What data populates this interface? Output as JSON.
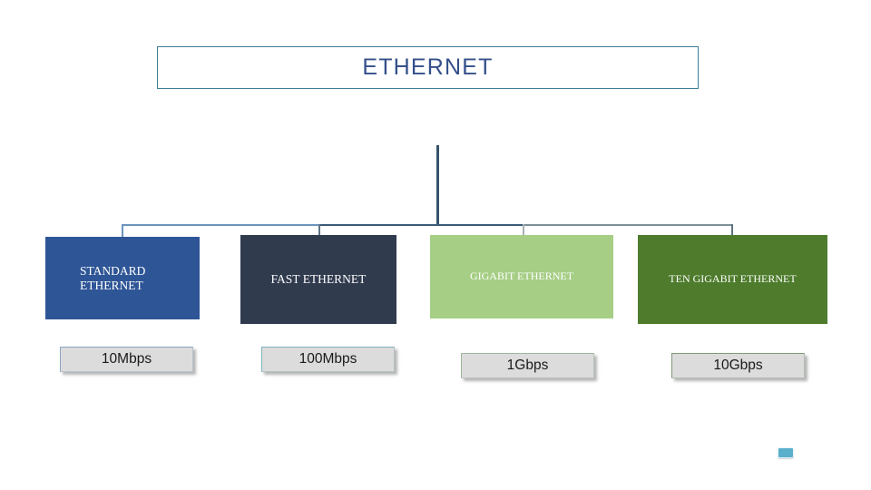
{
  "slide": {
    "title": "ETHERNET",
    "background_color": "#FFFFFF",
    "title_border_color": "#3E7C95",
    "title_text_color": "#34508A"
  },
  "diagram": {
    "type": "hierarchy-tree",
    "root_label": "ETHERNET",
    "connector_color": "#37536B",
    "categories": [
      {
        "name": "STANDARD ETHERNET",
        "label": "STANDARD ETHERNET",
        "color": "#2E5596",
        "speed": "10Mbps",
        "speed_accent": "#8AA4C4"
      },
      {
        "name": "FAST ETHERNET",
        "label": "FAST ETHERNET",
        "color": "#303B4E",
        "speed": "100Mbps",
        "speed_accent": "#7FB3BE"
      },
      {
        "name": "GIGABIT ETHERNET",
        "label": "GIGABIT ETHERNET",
        "color": "#A6CE85",
        "speed": "1Gbps",
        "speed_accent": "#9CB89A"
      },
      {
        "name": "TEN GIGABIT ETHERNET",
        "label": "TEN GIGABIT ETHERNET",
        "color": "#4E7C2C",
        "speed": "10Gbps",
        "speed_accent": "#7E9A77"
      }
    ]
  },
  "badge": {
    "icon": "small-blue-tag-icon",
    "color": "#5AAFCB"
  }
}
